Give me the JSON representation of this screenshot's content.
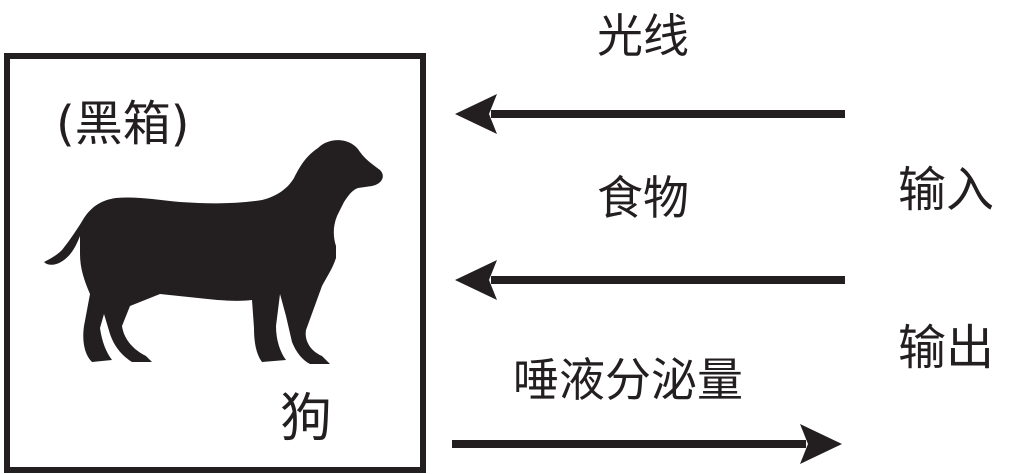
{
  "box": {
    "label": "(黑箱)",
    "subject": "狗"
  },
  "arrows": {
    "light": "光线",
    "food": "食物",
    "saliva": "唾液分泌量"
  },
  "sides": {
    "input": "输入",
    "output": "输出"
  },
  "colors": {
    "ink": "#231f20",
    "background": "#ffffff"
  },
  "icons": {
    "subject_icon": "dog-silhouette-icon"
  }
}
